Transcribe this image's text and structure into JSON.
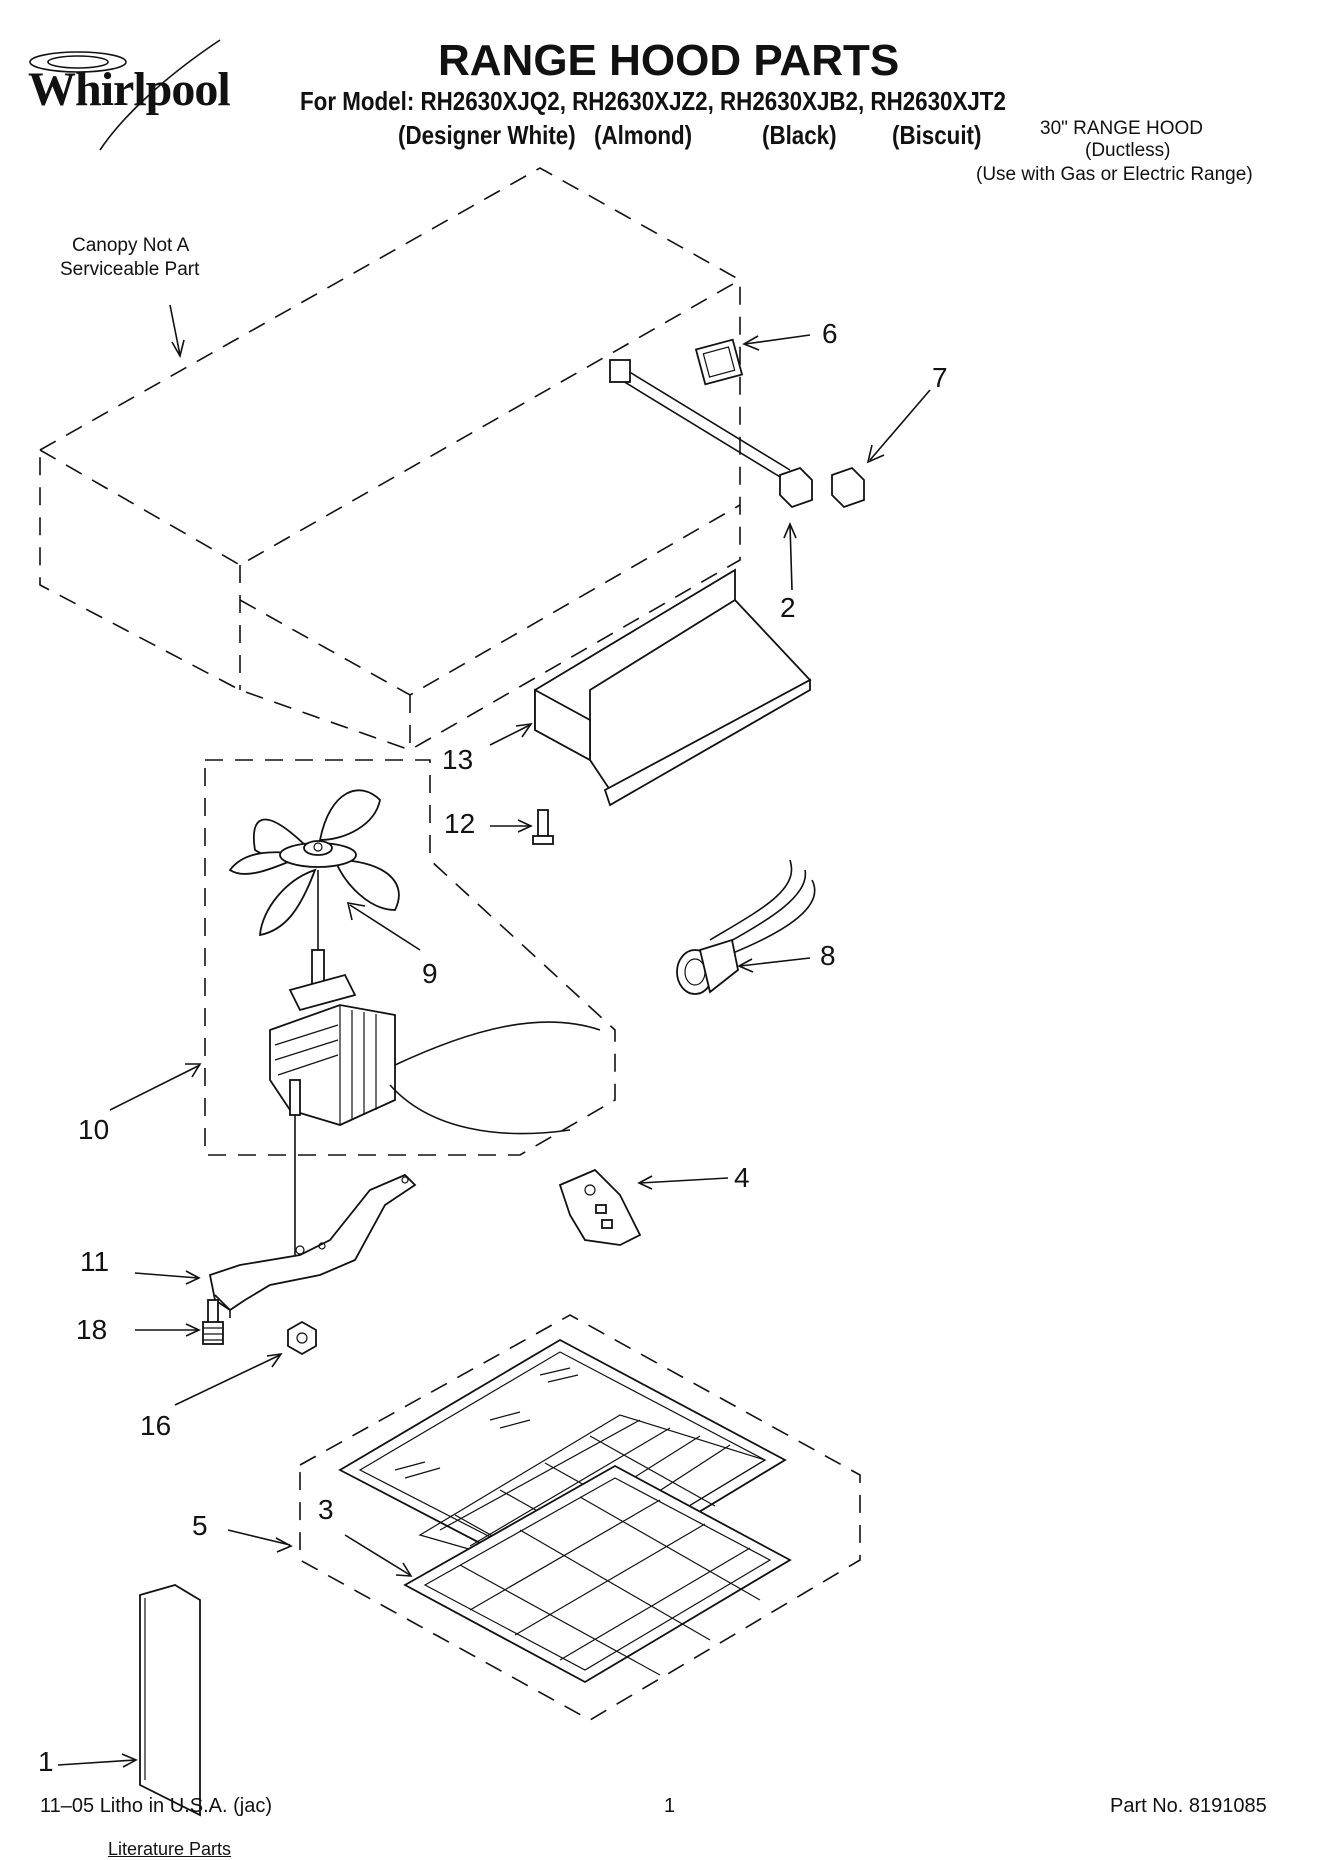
{
  "header": {
    "brand": "Whirlpool",
    "title": "RANGE HOOD PARTS",
    "model_line": "For Model: RH2630XJQ2, RH2630XJZ2, RH2630XJB2, RH2630XJT2",
    "colors": [
      "(Designer White)",
      "(Almond)",
      "(Black)",
      "(Biscuit)"
    ],
    "spec_lines": [
      "30\" RANGE HOOD",
      "(Ductless)",
      "(Use with Gas or Electric Range)"
    ]
  },
  "notes": {
    "canopy": [
      "Canopy Not A",
      "Serviceable Part"
    ],
    "literature": "Literature Parts"
  },
  "callouts": [
    "6",
    "7",
    "2",
    "13",
    "12",
    "9",
    "8",
    "10",
    "4",
    "11",
    "18",
    "16",
    "3",
    "5",
    "1"
  ],
  "footer": {
    "left": "11–05 Litho in U.S.A. (jac)",
    "center": "1",
    "right": "Part No. 8191085"
  }
}
